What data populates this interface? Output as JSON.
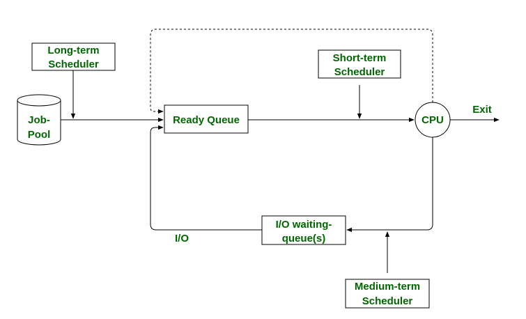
{
  "nodes": {
    "job_pool": {
      "line1": "Job-",
      "line2": "Pool"
    },
    "long_term_scheduler": {
      "line1": "Long-term",
      "line2": "Scheduler"
    },
    "ready_queue": {
      "label": "Ready Queue"
    },
    "short_term_scheduler": {
      "line1": "Short-term",
      "line2": "Scheduler"
    },
    "cpu": {
      "label": "CPU"
    },
    "exit": {
      "label": "Exit"
    },
    "io_waiting_queue": {
      "line1": "I/O waiting-",
      "line2": "queue(s)"
    },
    "io": {
      "label": "I/O"
    },
    "medium_term_scheduler": {
      "line1": "Medium-term",
      "line2": "Scheduler"
    }
  },
  "colors": {
    "label_text": "#006600",
    "stroke": "#000000",
    "background": "#ffffff"
  }
}
